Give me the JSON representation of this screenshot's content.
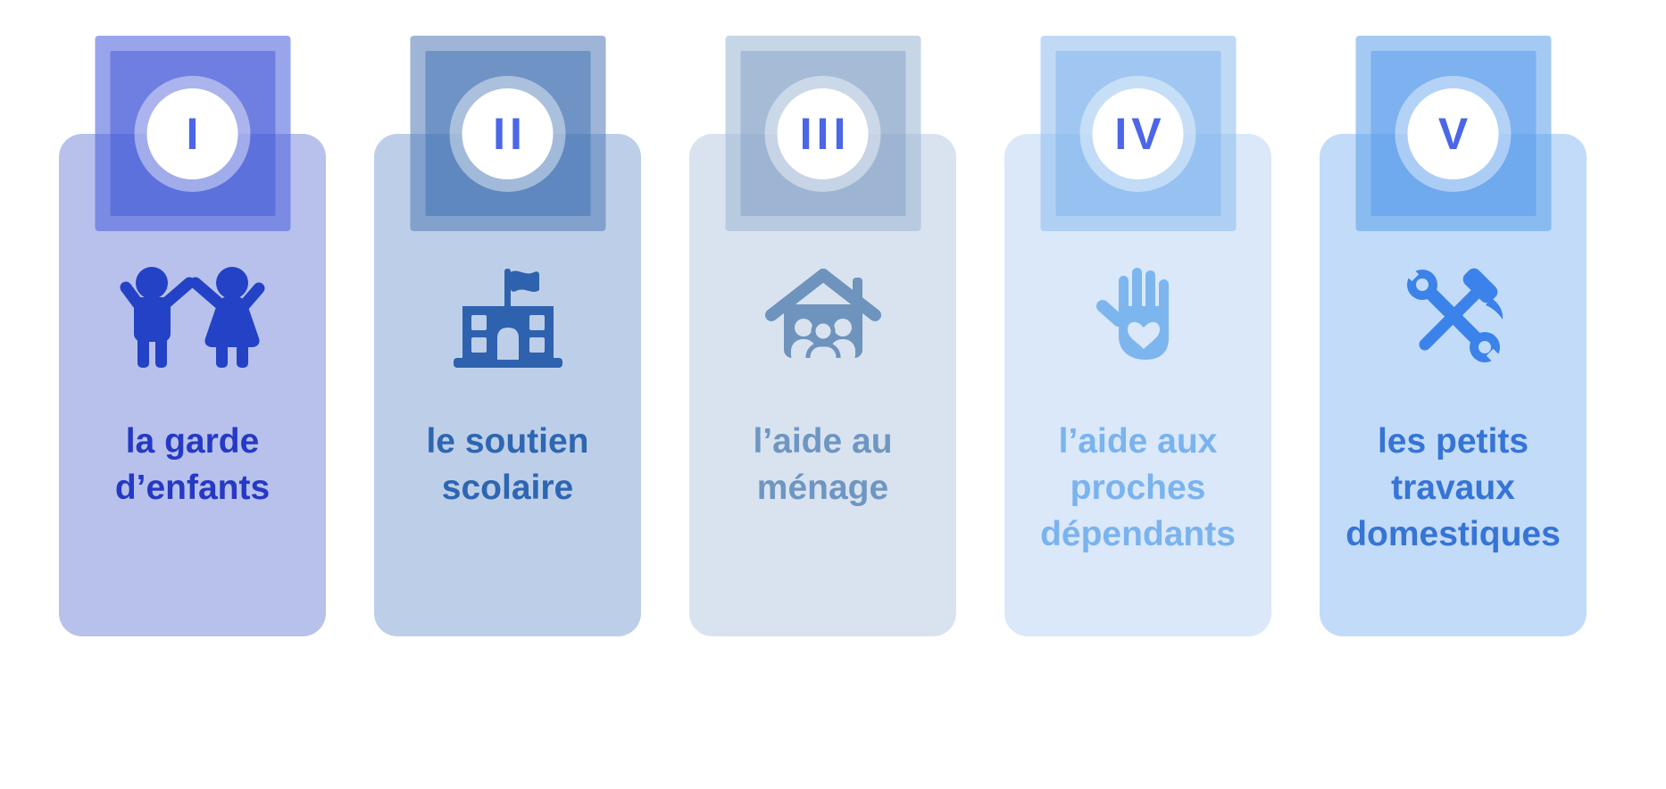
{
  "page": {
    "background": "#ffffff"
  },
  "cards": [
    {
      "numeral": "I",
      "label": "la garde d’enfants",
      "icon": "children-icon",
      "colors": {
        "bg": "#b7c1ec",
        "outer": "rgba(80,100,220,0.58)",
        "inner": "rgba(58,83,214,0.46)",
        "ring": "rgba(255,255,255,0.42)",
        "icon": "#2342c6",
        "label": "#2539c4",
        "numeral": "#4c66e8"
      }
    },
    {
      "numeral": "II",
      "label": "le soutien scolaire",
      "icon": "school-icon",
      "colors": {
        "bg": "#bdcfe8",
        "outer": "rgba(88,128,186,0.58)",
        "inner": "rgba(56,106,176,0.46)",
        "ring": "rgba(255,255,255,0.42)",
        "icon": "#2e62ae",
        "label": "#2e66b2",
        "numeral": "#4c66e8"
      }
    },
    {
      "numeral": "III",
      "label": "l’aide au ménage",
      "icon": "house-family-icon",
      "colors": {
        "bg": "#d9e3ef",
        "outer": "rgba(158,184,213,0.58)",
        "inner": "rgba(126,158,194,0.46)",
        "ring": "rgba(255,255,255,0.42)",
        "icon": "#6e93bd",
        "label": "#6e96c2",
        "numeral": "#4c66e8"
      }
    },
    {
      "numeral": "IV",
      "label": "l’aide aux proches dépendants",
      "icon": "hand-heart-icon",
      "colors": {
        "bg": "#dae8fa",
        "outer": "rgba(146,191,237,0.58)",
        "inner": "rgba(120,176,238,0.46)",
        "ring": "rgba(255,255,255,0.42)",
        "icon": "#7db6ef",
        "label": "#7ab3ee",
        "numeral": "#4c66e8"
      }
    },
    {
      "numeral": "V",
      "label": "les petits travaux domestiques",
      "icon": "tools-icon",
      "colors": {
        "bg": "#c2dbf8",
        "outer": "rgba(99,164,235,0.58)",
        "inner": "rgba(78,146,234,0.44)",
        "ring": "rgba(255,255,255,0.42)",
        "icon": "#3b82ea",
        "label": "#3674d6",
        "numeral": "#4c66e8"
      }
    }
  ]
}
